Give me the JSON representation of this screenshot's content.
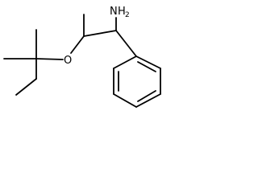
{
  "molecule": {
    "atoms": {
      "amine": {
        "symbol": "N",
        "hydrogens": "H",
        "count": "2"
      },
      "ether_oxygen": {
        "symbol": "O"
      }
    },
    "colors": {
      "bond": "#000000",
      "label": "#000000",
      "background": "#ffffff"
    }
  }
}
